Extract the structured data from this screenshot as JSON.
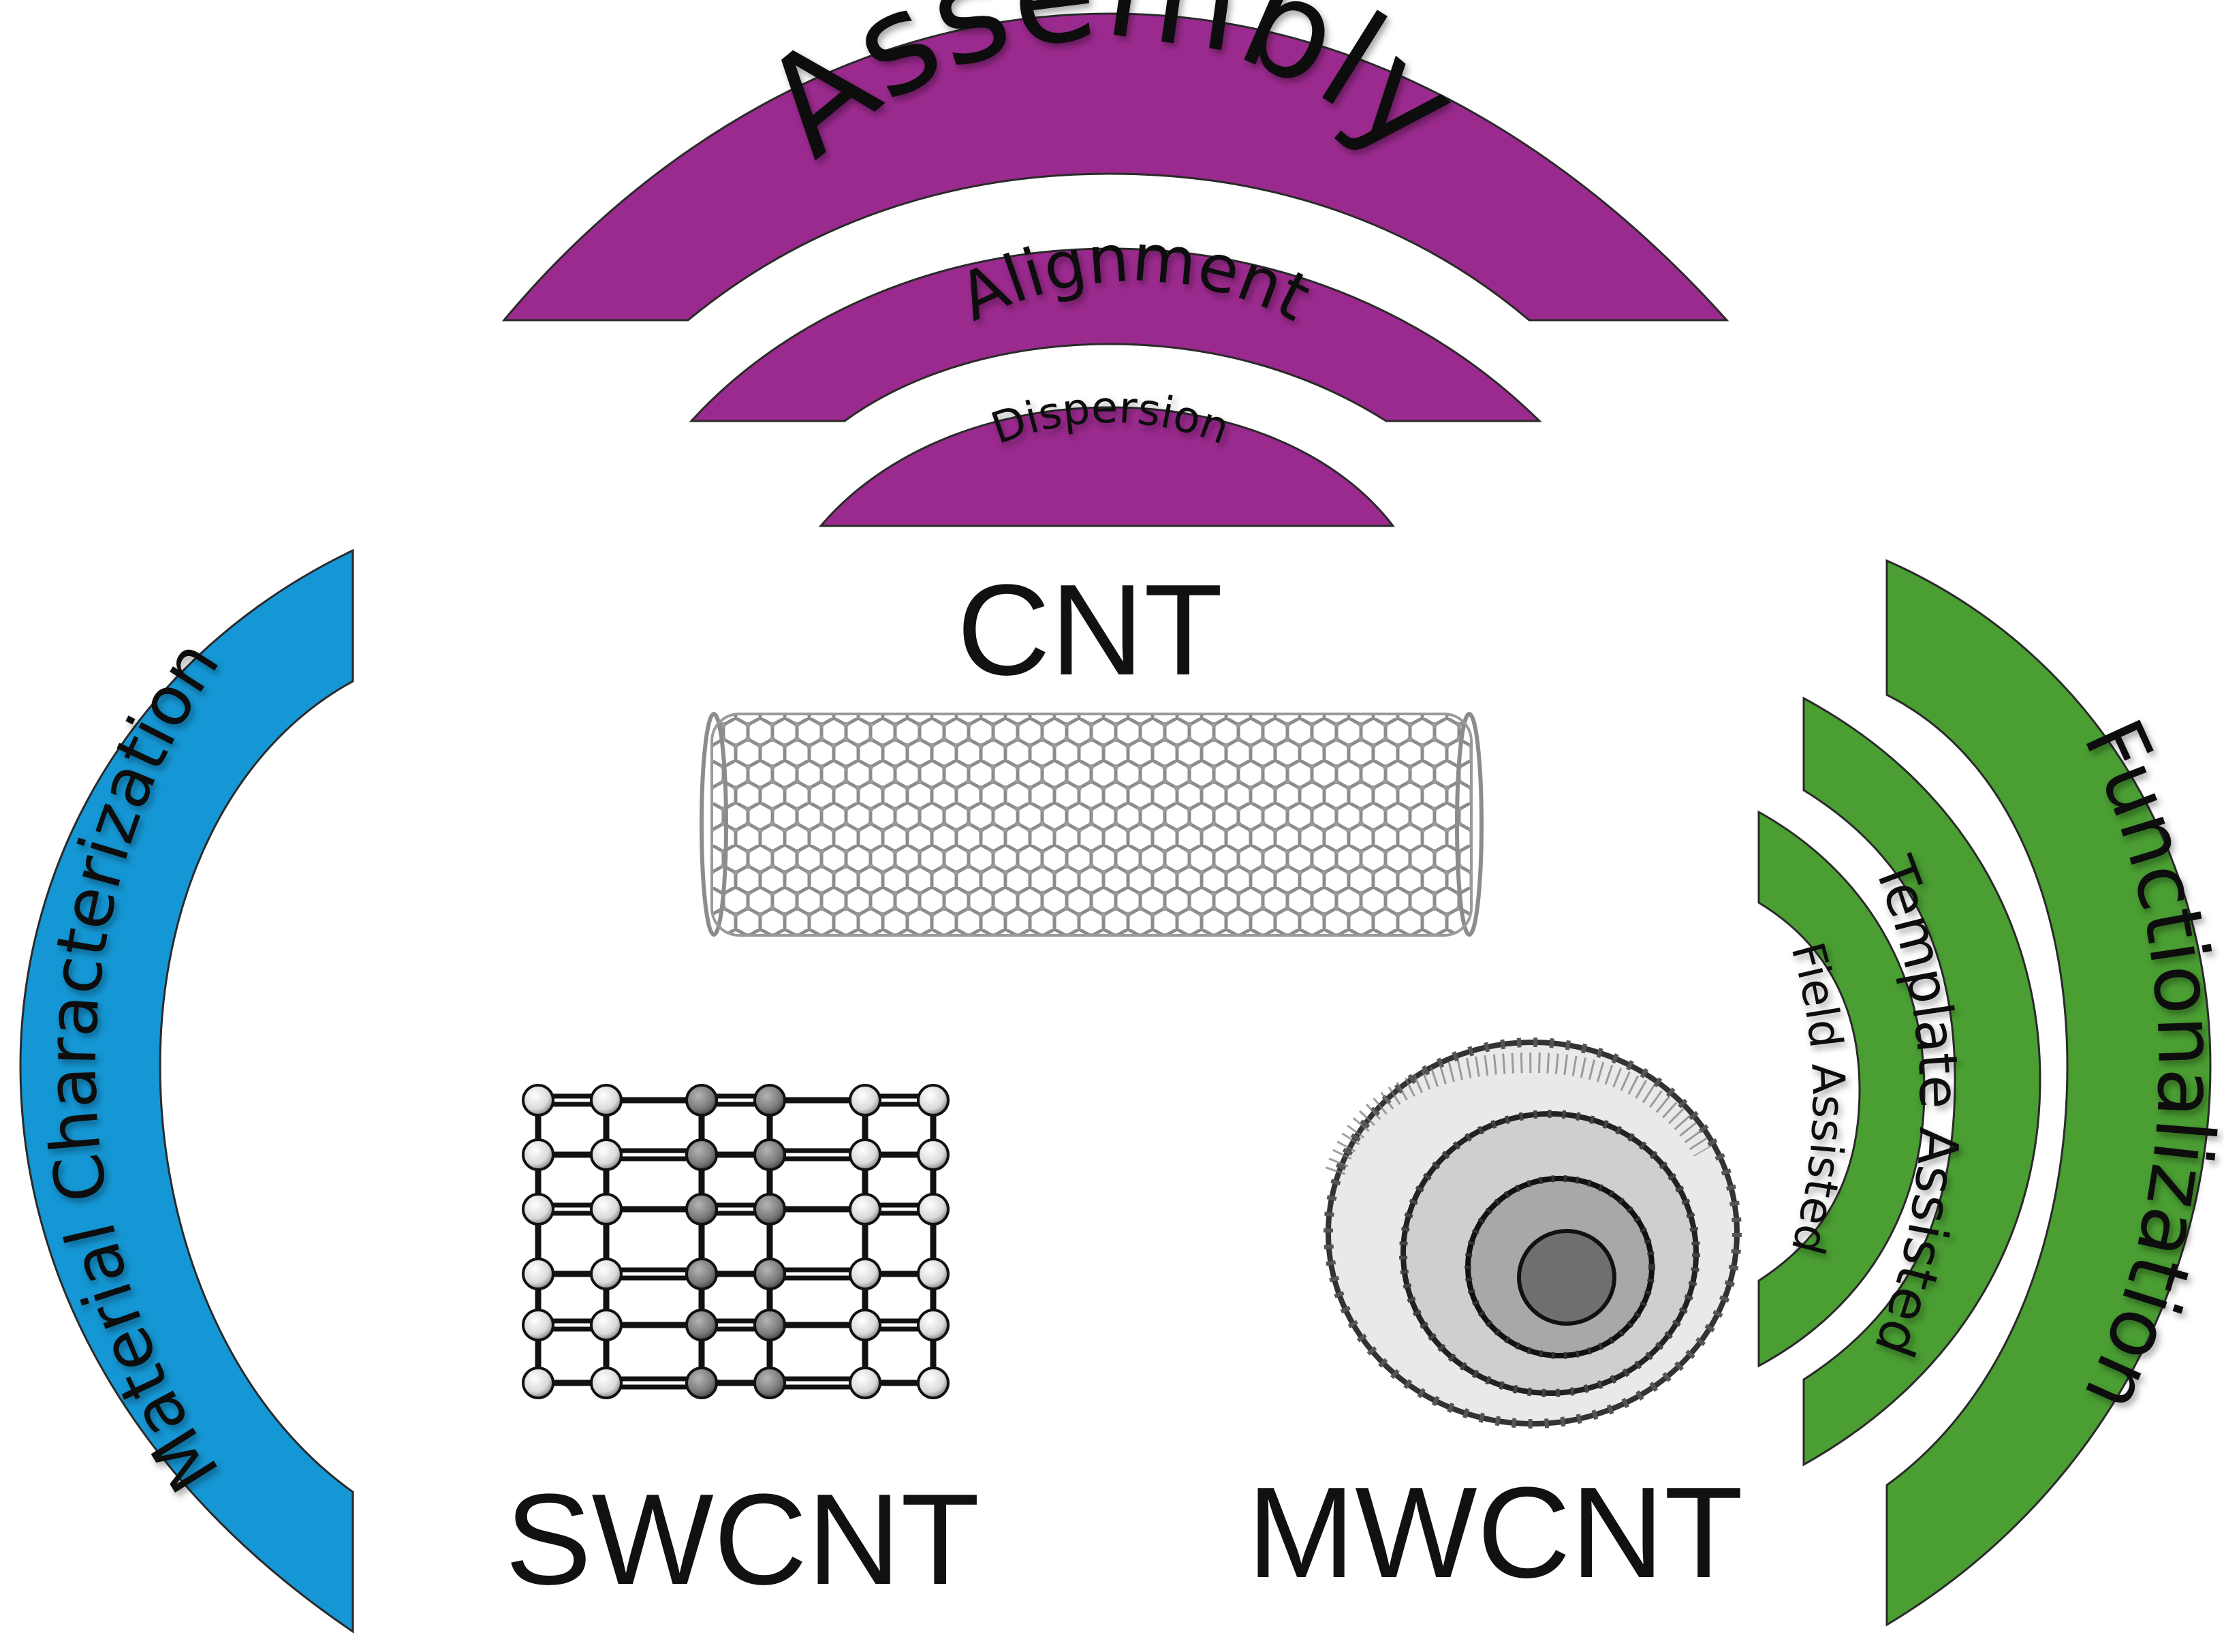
{
  "colors": {
    "assembly": "#9b2a8e",
    "characterization": "#1597d5",
    "functionalization": "#4a9e32",
    "outline": "#2a2a2a",
    "text": "#111111"
  },
  "assembly": {
    "title": "Assembly",
    "alignment": "Alignment",
    "dispersion": "Dispersion"
  },
  "characterization": {
    "title": "Material Characterization"
  },
  "functionalization": {
    "title": "Functionalization",
    "template": "Template Assisted",
    "field": "Field Assisted"
  },
  "center": {
    "cnt": "CNT",
    "swcnt": "SWCNT",
    "mwcnt": "MWCNT"
  },
  "icons": {
    "cnt": "carbon-nanotube-icon",
    "swcnt": "single-wall-lattice-icon",
    "mwcnt": "multi-wall-nanotube-icon"
  }
}
